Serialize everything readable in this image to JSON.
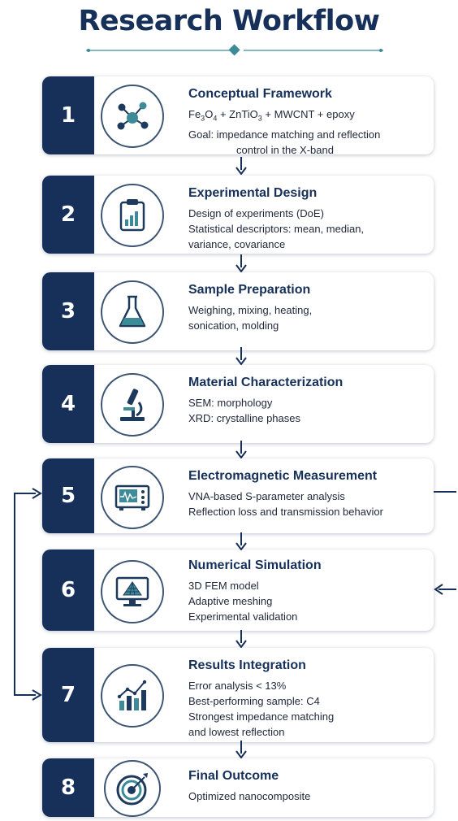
{
  "title": "Research Workflow",
  "steps": [
    {
      "num": "1",
      "title": "Conceptual Framework",
      "icon": "network-icon",
      "lines": [
        "Fe3O4 + ZnTiO3 + MWCNT + epoxy",
        "Goal: impedance matching and reflection",
        "control in the X-band"
      ]
    },
    {
      "num": "2",
      "title": "Experimental Design",
      "icon": "clipboard-chart-icon",
      "lines": [
        "Design of experiments (DoE)",
        "Statistical descriptors: mean, median,",
        "variance, covariance"
      ]
    },
    {
      "num": "3",
      "title": "Sample Preparation",
      "icon": "flask-icon",
      "lines": [
        "Weighing, mixing, heating,",
        "sonication, molding"
      ]
    },
    {
      "num": "4",
      "title": "Material Characterization",
      "icon": "microscope-icon",
      "lines": [
        "SEM: morphology",
        "XRD: crystalline phases"
      ]
    },
    {
      "num": "5",
      "title": "Electromagnetic Measurement",
      "icon": "vna-instrument-icon",
      "lines": [
        "VNA-based S-parameter analysis",
        "Reflection loss and transmission behavior"
      ]
    },
    {
      "num": "6",
      "title": "Numerical Simulation",
      "icon": "monitor-mesh-icon",
      "lines": [
        "3D FEM model",
        "Adaptive meshing",
        "Experimental validation"
      ]
    },
    {
      "num": "7",
      "title": "Results Integration",
      "icon": "bar-chart-icon",
      "lines": [
        "Error analysis < 13%",
        "Best-performing sample: C4",
        "Strongest impedance matching",
        "and lowest reflection"
      ]
    },
    {
      "num": "8",
      "title": "Final Outcome",
      "icon": "target-icon",
      "lines": [
        "Optimized nanocomposite"
      ]
    }
  ],
  "colors": {
    "navy": "#16305a",
    "teal": "#2e7d8c",
    "icon_fill": "#3d8a99"
  }
}
